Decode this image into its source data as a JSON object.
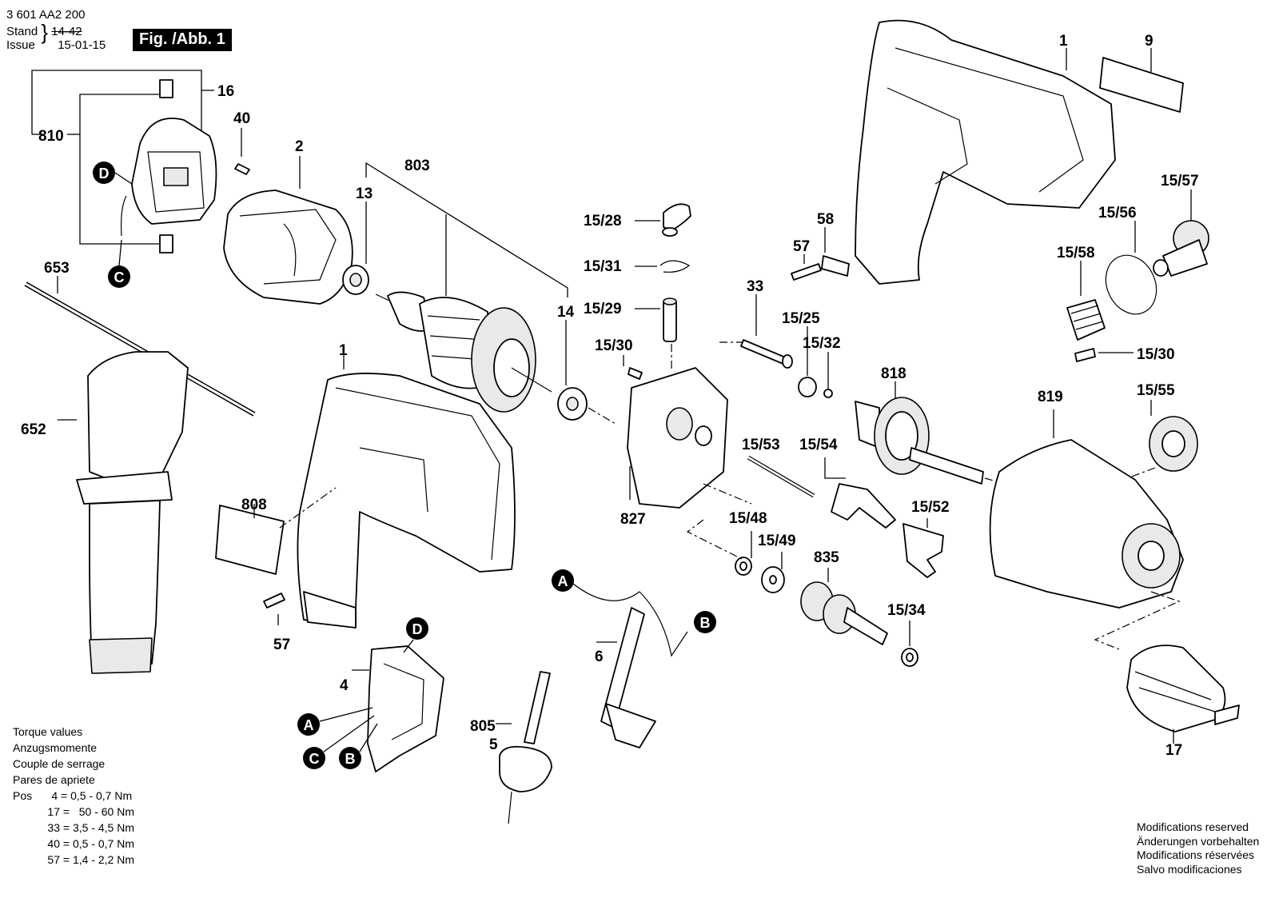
{
  "header": {
    "part_number": "3 601 AA2 200",
    "stand_label": "Stand",
    "issue_label": "Issue",
    "stand_value": "14-42",
    "issue_value": "15-01-15",
    "figure_label": "Fig. /Abb. 1"
  },
  "labels": {
    "p1_top": "1",
    "p9": "9",
    "p16": "16",
    "p40": "40",
    "p2": "2",
    "p803": "803",
    "p810": "810",
    "p13": "13",
    "p653": "653",
    "p14": "14",
    "p15_28": "15/28",
    "p15_31": "15/31",
    "p15_29": "15/29",
    "p15_30_left": "15/30",
    "p58": "58",
    "p57_top": "57",
    "p33": "33",
    "p15_25": "15/25",
    "p15_32": "15/32",
    "p15_57": "15/57",
    "p15_56": "15/56",
    "p15_58": "15/58",
    "p15_30_right": "15/30",
    "p818": "818",
    "p819": "819",
    "p15_55": "15/55",
    "p1_mid": "1",
    "p652": "652",
    "p808": "808",
    "p827": "827",
    "p15_53": "15/53",
    "p15_54": "15/54",
    "p15_52": "15/52",
    "p15_48": "15/48",
    "p15_49": "15/49",
    "p835": "835",
    "p15_34": "15/34",
    "p57_bottom": "57",
    "p6": "6",
    "p4": "4",
    "p805": "805",
    "p5": "5",
    "p17": "17"
  },
  "markers": {
    "D": "D",
    "C": "C",
    "A": "A",
    "B": "B"
  },
  "torque": {
    "lines": [
      "Torque values",
      "Anzugsmomente",
      "Couple de serrage",
      "Pares de apriete"
    ],
    "pos_label": "Pos",
    "rows": [
      {
        "pos": "4",
        "value": "0,5 - 0,7 Nm"
      },
      {
        "pos": "17",
        "value": "50 - 60 Nm"
      },
      {
        "pos": "33",
        "value": "3,5 - 4,5 Nm"
      },
      {
        "pos": "40",
        "value": "0,5 - 0,7 Nm"
      },
      {
        "pos": "57",
        "value": "1,4 - 2,2 Nm"
      }
    ]
  },
  "modifications": [
    "Modifications reserved",
    "Änderungen vorbehalten",
    "Modifications réservées",
    "Salvo modificaciones"
  ]
}
